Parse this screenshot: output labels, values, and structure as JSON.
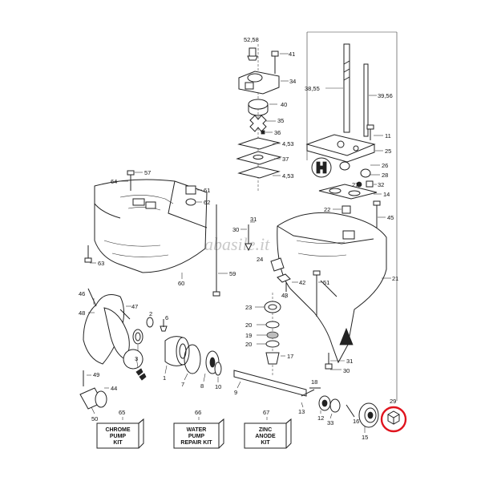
{
  "watermark": "nauticabasile.it",
  "callouts": {
    "c52_58": "52,58",
    "c41": "41",
    "c34": "34",
    "c40": "40",
    "c35": "35",
    "c36": "36",
    "c4_53a": "4,53",
    "c37": "37",
    "c4_53b": "4,53",
    "c38_55": "38,55",
    "c39_56": "39,56",
    "c11": "11",
    "c25": "25",
    "c26": "26",
    "c28": "28",
    "c27": "27",
    "c32": "32",
    "c14": "14",
    "c22": "22",
    "c45": "45",
    "c64": "64",
    "c57": "57",
    "c61": "61",
    "c62": "62",
    "c31a": "31",
    "c30a": "30",
    "c63": "63",
    "c60": "60",
    "c59": "59",
    "c24": "24",
    "c42": "42",
    "c51": "51",
    "c21": "21",
    "c43": "43",
    "c46": "46",
    "c47": "47",
    "c48": "48",
    "c6": "6",
    "c3": "3",
    "c2": "2",
    "c23": "23",
    "c20a": "20",
    "c19": "19",
    "c20b": "20",
    "c17": "17",
    "c31b": "31",
    "c30b": "30",
    "c1": "1",
    "c7": "7",
    "c8": "8",
    "c10": "10",
    "c9": "9",
    "c49": "49",
    "c44": "44",
    "c50": "50",
    "c18": "18",
    "c13": "13",
    "c12": "12",
    "c33": "33",
    "c29": "29",
    "c15": "15",
    "c16": "16",
    "c65": "65",
    "c66": "66",
    "c67": "67"
  },
  "kits": {
    "chrome": {
      "num": "65",
      "line1": "CHROME",
      "line2": "PUMP",
      "line3": "KIT"
    },
    "water": {
      "num": "66",
      "line1": "WATER",
      "line2": "PUMP",
      "line3": "REPAIR KIT"
    },
    "zinc": {
      "num": "67",
      "line1": "ZINC",
      "line2": "ANODE",
      "line3": "KIT"
    }
  },
  "highlight_color": "#e0141e"
}
